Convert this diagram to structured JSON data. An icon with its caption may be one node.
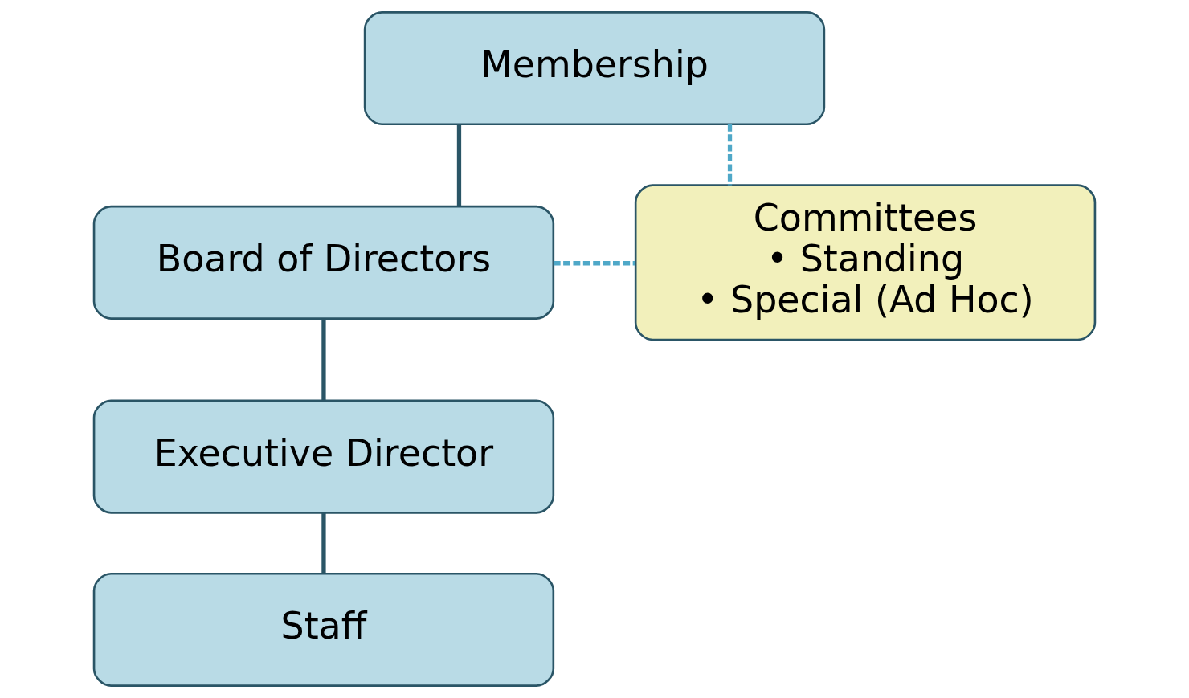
{
  "diagram": {
    "nodes": [
      {
        "text": [
          "Membership"
        ]
      },
      {
        "text": [
          "Board of Directors"
        ]
      },
      {
        "text": [
          "Executive Director"
        ]
      },
      {
        "text": [
          "Staff"
        ]
      },
      {
        "text": [
          "Committees",
          "• Standing",
          "• Special (Ad Hoc)"
        ]
      }
    ],
    "edges": [
      {
        "from": 0,
        "to": 1,
        "arrow": "none"
      },
      {
        "from": 0,
        "to": 4,
        "arrow": "none",
        "style": "dashed",
        "color": "#4fa8c8"
      },
      {
        "from": 1,
        "to": 4,
        "arrow": "none",
        "style": "dashed",
        "color": "#4fa8c8"
      },
      {
        "from": 1,
        "to": 2,
        "arrow": "none"
      },
      {
        "from": 2,
        "to": 3,
        "arrow": "none"
      }
    ]
  }
}
